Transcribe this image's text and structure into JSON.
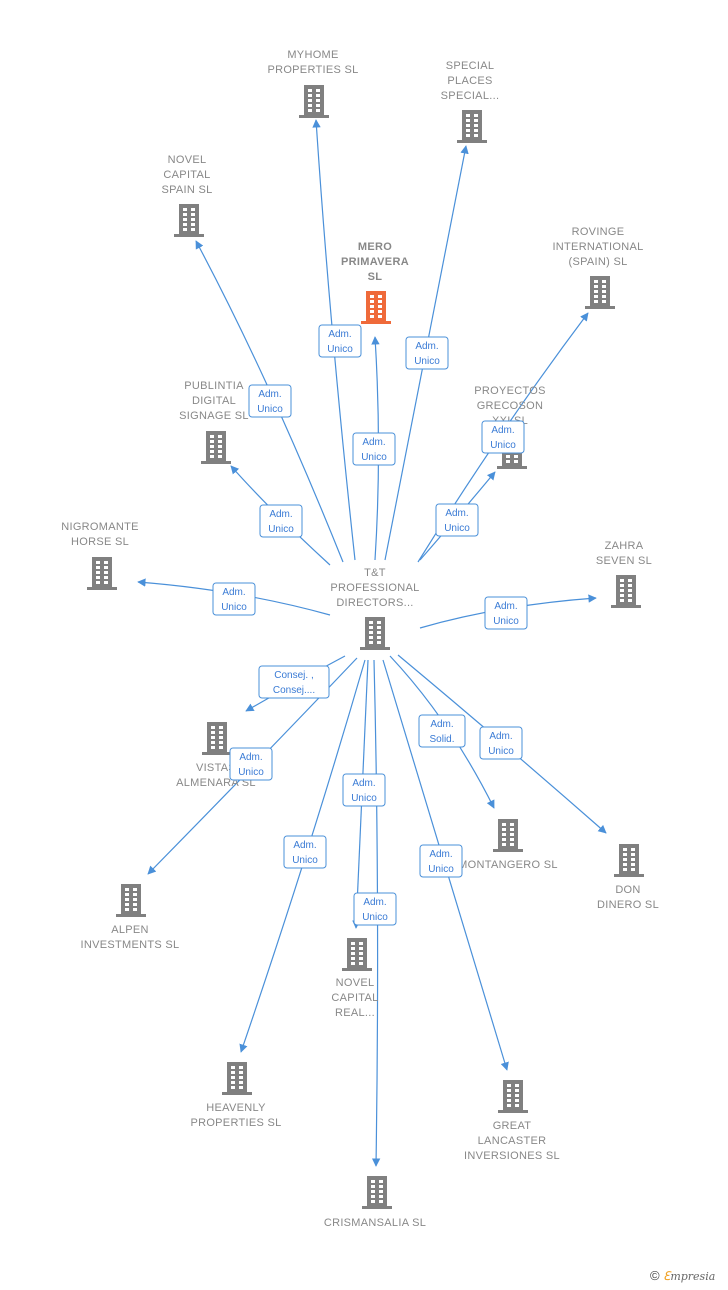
{
  "colors": {
    "edge": "#4a90d9",
    "building": "#808080",
    "building_highlight": "#ef6a3a"
  },
  "center": {
    "id": "tt",
    "label": [
      "T&T",
      "PROFESSIONAL",
      "DIRECTORS..."
    ]
  },
  "nodes": [
    {
      "id": "myhome",
      "label": [
        "MYHOME",
        "PROPERTIES SL"
      ]
    },
    {
      "id": "special",
      "label": [
        "SPECIAL",
        "PLACES",
        "SPECIAL..."
      ]
    },
    {
      "id": "novelcap",
      "label": [
        "NOVEL",
        "CAPITAL",
        "SPAIN  SL"
      ]
    },
    {
      "id": "mero",
      "label": [
        "MERO",
        "PRIMAVERA",
        "SL"
      ],
      "highlight": true
    },
    {
      "id": "rovinge",
      "label": [
        "ROVINGE",
        "INTERNATIONAL",
        "(SPAIN) SL"
      ]
    },
    {
      "id": "publintia",
      "label": [
        "PUBLINTIA",
        "DIGITAL",
        "SIGNAGE SL"
      ]
    },
    {
      "id": "proyectos",
      "label": [
        "PROYECTOS",
        "GRECOSON",
        "XXI  SL"
      ]
    },
    {
      "id": "nigromante",
      "label": [
        "NIGROMANTE",
        "HORSE  SL"
      ]
    },
    {
      "id": "zahra",
      "label": [
        "ZAHRA",
        "SEVEN  SL"
      ]
    },
    {
      "id": "vistas",
      "label": [
        "VISTAS",
        "ALMENARA SL"
      ]
    },
    {
      "id": "alpen",
      "label": [
        "ALPEN",
        "INVESTMENTS SL"
      ]
    },
    {
      "id": "montangero",
      "label": [
        "MONTANGERO SL"
      ]
    },
    {
      "id": "don",
      "label": [
        "DON",
        "DINERO SL"
      ]
    },
    {
      "id": "novelreal",
      "label": [
        "NOVEL",
        "CAPITAL",
        "REAL..."
      ]
    },
    {
      "id": "heavenly",
      "label": [
        "HEAVENLY",
        "PROPERTIES SL"
      ]
    },
    {
      "id": "great",
      "label": [
        "GREAT",
        "LANCASTER",
        "INVERSIONES SL"
      ]
    },
    {
      "id": "crismansalia",
      "label": [
        "CRISMANSALIA SL"
      ]
    }
  ],
  "edges": [
    {
      "to": "myhome",
      "label": [
        "Adm.",
        "Unico"
      ]
    },
    {
      "to": "special",
      "label": [
        "Adm.",
        "Unico"
      ]
    },
    {
      "to": "novelcap",
      "label": [
        "Adm.",
        "Unico"
      ]
    },
    {
      "to": "mero",
      "label": [
        "Adm.",
        "Unico"
      ]
    },
    {
      "to": "rovinge",
      "label": [
        "Adm.",
        "Unico"
      ]
    },
    {
      "to": "publintia",
      "label": [
        "Adm.",
        "Unico"
      ]
    },
    {
      "to": "proyectos",
      "label": [
        "Adm.",
        "Unico"
      ]
    },
    {
      "to": "nigromante",
      "label": [
        "Adm.",
        "Unico"
      ]
    },
    {
      "to": "zahra",
      "label": [
        "Adm.",
        "Unico"
      ]
    },
    {
      "to": "vistas",
      "label": [
        "Consej. ,",
        "Consej...."
      ]
    },
    {
      "to": "alpen",
      "label": [
        "Adm.",
        "Unico"
      ]
    },
    {
      "to": "montangero",
      "label": [
        "Adm.",
        "Solid."
      ]
    },
    {
      "to": "don",
      "label": [
        "Adm.",
        "Unico"
      ]
    },
    {
      "to": "novelreal",
      "label": [
        "Adm.",
        "Unico"
      ]
    },
    {
      "to": "heavenly",
      "label": [
        "Adm.",
        "Unico"
      ]
    },
    {
      "to": "great",
      "label": [
        "Adm.",
        "Unico"
      ]
    },
    {
      "to": "crismansalia",
      "label": [
        "Adm.",
        "Unico"
      ]
    }
  ],
  "brand": {
    "copyright": "©",
    "e": "ℇ",
    "rest": "mpresia"
  }
}
